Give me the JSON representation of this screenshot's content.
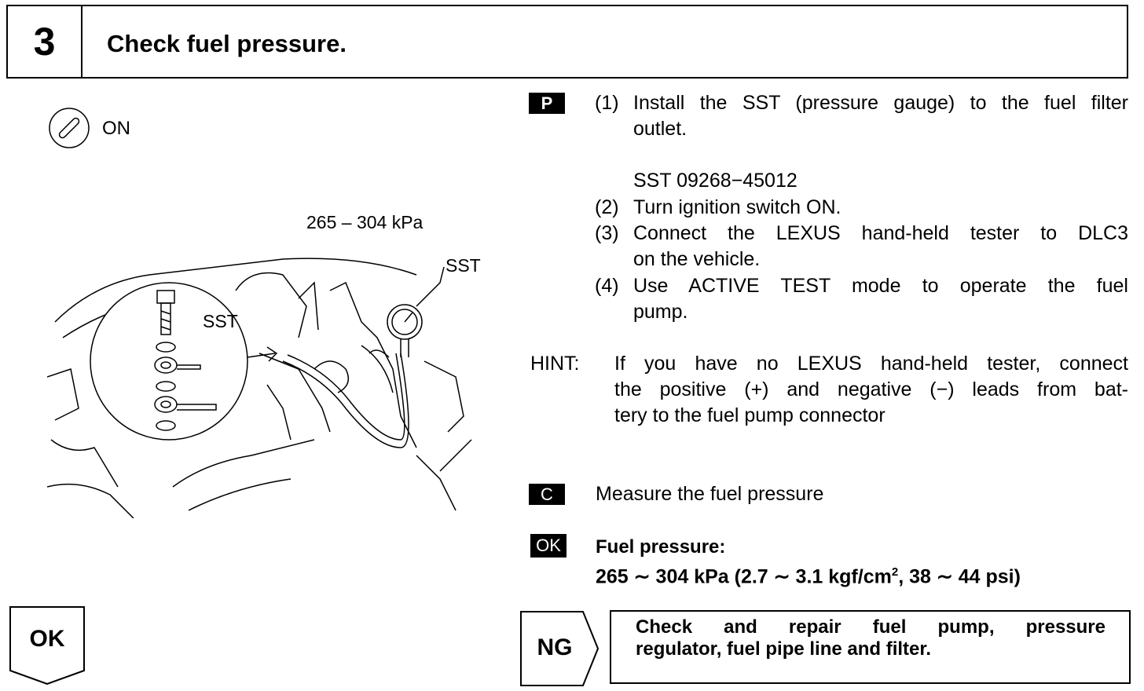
{
  "header": {
    "step_number": "3",
    "title": "Check fuel pressure."
  },
  "ignition": {
    "icon": "ignition-switch-icon",
    "label": "ON"
  },
  "figure": {
    "pressure_label": "265 – 304 kPa",
    "sst_label_1": "SST",
    "sst_label_2": "SST"
  },
  "procedure": {
    "badge": "P",
    "step1": {
      "num": "(1)",
      "line1": "Install the SST (pressure gauge) to the fuel filter",
      "line2": "outlet."
    },
    "sst": "SST 09268−45012",
    "step2": {
      "num": "(2)",
      "line1": "Turn ignition switch ON."
    },
    "step3": {
      "num": "(3)",
      "line1": "Connect the LEXUS hand-held tester to DLC3",
      "line2": "on the vehicle."
    },
    "step4": {
      "num": "(4)",
      "line1": "Use ACTIVE TEST mode to operate the fuel",
      "line2": "pump."
    }
  },
  "hint": {
    "label": "HINT:",
    "line1": "If you have no LEXUS hand-held tester, connect",
    "line2": "the positive (+) and negative (−) leads from bat-",
    "line3": "tery to the fuel pump connector"
  },
  "check": {
    "badge": "C",
    "text": "Measure the fuel pressure"
  },
  "spec": {
    "badge": "OK",
    "label": "Fuel pressure:",
    "value_main": "265 ∼ 304 kPa (2.7 ∼ 3.1 kgf/cm",
    "value_sup": "2",
    "value_tail": ", 38 ∼ 44 psi)"
  },
  "result_ok": {
    "label": "OK"
  },
  "result_ng": {
    "label": "NG",
    "line1": "Check and repair fuel pump, pressure",
    "line2": "regulator, fuel pipe line and filter."
  }
}
